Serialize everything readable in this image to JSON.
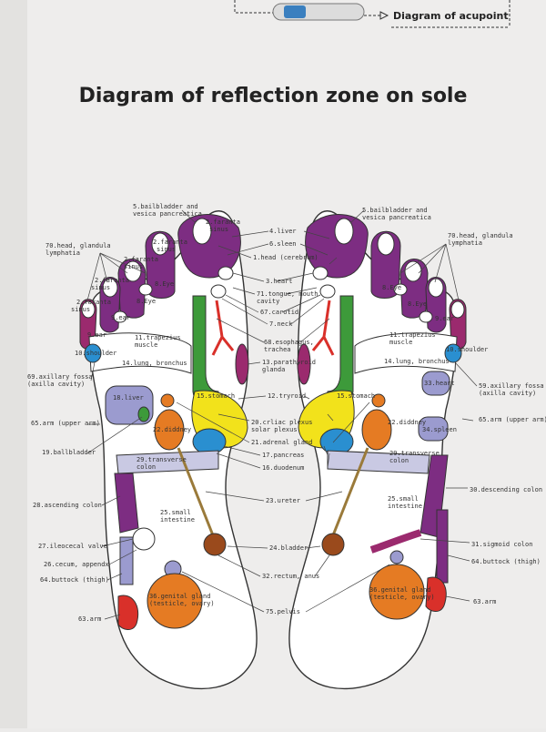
{
  "header": {
    "acupoint_link": "Diagram of acupoint"
  },
  "title": "Diagram of reflection zone on sole",
  "left_labels": {
    "gallbladder_pancreas": [
      "5.bailbladder and",
      "vesica pancreatica"
    ],
    "frontal_sinus_top": [
      "2.faranta",
      "sinus"
    ],
    "frontal_sinus_2": [
      "2.faranta",
      "sinus"
    ],
    "frontal_sinus_3": [
      "2.faranta",
      "sinus"
    ],
    "frontal_sinus_4": [
      "2.faranta",
      "sinus"
    ],
    "frontal_sinus_5": [
      "2.faranta",
      "sinus"
    ],
    "head_lymph": [
      "70.head, glandula",
      "lymphatia"
    ],
    "eye": "8.Eye",
    "ear_inner": "9.ear",
    "ear_outer": "9.ear",
    "trapezius": [
      "11.trapezius",
      "muscle"
    ],
    "shoulder": "10.shoulder",
    "lung": "14.lung, bronchus",
    "axilla": [
      "69.axillary fossa",
      "(axilla cavity)"
    ],
    "liver_region": "18.liver",
    "upper_arm": "65.arm (upper arm)",
    "kidney": "22.diddney",
    "stomach": "15.stomach",
    "gallbladder": "19.ballbladder",
    "transverse_colon": [
      "29.transverse",
      "colon"
    ],
    "ascending_colon": "28.ascending colon",
    "small_intestine": [
      "25.small",
      "intestine"
    ],
    "ileocecal": "27.ileocecal valve",
    "cecum": "26.cecum, appendx",
    "buttock": "64.buttock (thigh)",
    "genital": [
      "36.genital gland",
      "(testicle, ovary)"
    ],
    "arm": "63.arm"
  },
  "right_labels": {
    "gallbladder_pancreas": [
      "5.bailbladder and",
      "vesica pancreatica"
    ],
    "head_lymph": [
      "70.head, glandula",
      "lymphatia"
    ],
    "eye": "8.Eye",
    "eye2": "8.Eye",
    "ear": "9.ear",
    "trapezius": [
      "11.trapezius",
      "muscle"
    ],
    "shoulder": "10.shoulder",
    "lung": "14.lung, bronchus",
    "heart": "33.heart",
    "axilla": [
      "59.axillary fossa",
      "(axilla cavity)"
    ],
    "upper_arm": "65.arm (upper arm)",
    "stomach": "15.stomach",
    "kidney": "22.diddney",
    "spleen": "34.spleen",
    "transverse_colon": [
      "29.transverse",
      "colon"
    ],
    "descending_colon": "30.descending colon",
    "small_intestine": [
      "25.small",
      "intestine"
    ],
    "sigmoid": "31.sigmoid colon",
    "buttock": "64.buttock (thigh)",
    "genital": [
      "36.genital gland",
      "(testicle, ovary)"
    ],
    "arm": "63.arm"
  },
  "center_labels": {
    "liver": "4.liver",
    "spleen": "6.sleen",
    "head": "1.head (cerebrum)",
    "heart": "3.heart",
    "tongue": [
      "71.tongue, mouth",
      "cavity"
    ],
    "carotid": "67.carotid",
    "neck": "7.neck",
    "esophagus": [
      "68.esophagus,",
      "trachea"
    ],
    "parathyroid": [
      "13.parathyroid",
      "glanda"
    ],
    "thyroid": "12.tryroid",
    "celiac": [
      "20.crliac plexus",
      "solar plexus"
    ],
    "adrenal": "21.adrenal gland",
    "pancreas": "17.pancreas",
    "duodenum": "16.duodenum",
    "ureter": "23.ureter",
    "bladder": "24.bladder",
    "rectum": "32.rectum, anus",
    "pelvis": "75.pelvis"
  },
  "colors": {
    "purple": "#7d2d82",
    "magenta": "#9b2a6e",
    "green": "#3d9a3a",
    "yellow": "#f2e21b",
    "orange": "#e57b23",
    "blue": "#2a8fd0",
    "lavender": "#9b9bcf",
    "red": "#d9302a",
    "brown": "#9a4a1c"
  }
}
